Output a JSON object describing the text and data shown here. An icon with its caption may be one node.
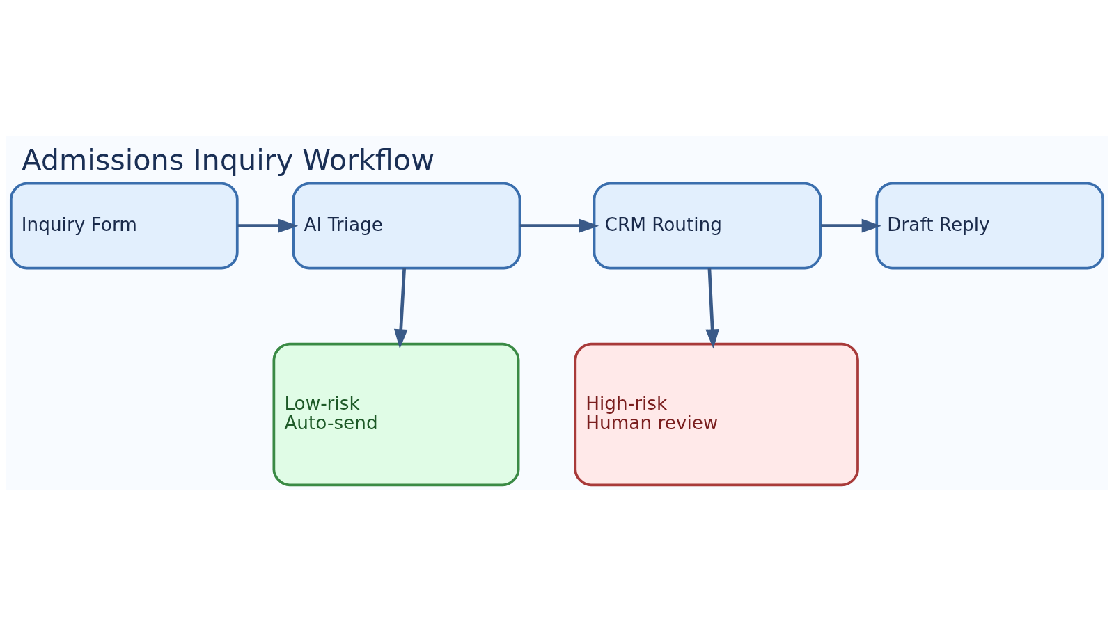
{
  "diagram": {
    "title": "Admissions Inquiry Workflow",
    "nodes": [
      {
        "text": [
          "Inquiry Form"
        ]
      },
      {
        "text": [
          "AI Triage"
        ]
      },
      {
        "text": [
          "CRM Routing"
        ]
      },
      {
        "text": [
          "Draft Reply"
        ]
      },
      {
        "text": [
          "Low-risk",
          "Auto-send"
        ]
      },
      {
        "text": [
          "High-risk",
          "Human review"
        ]
      }
    ],
    "edges": [
      {
        "from": 0,
        "to": 1,
        "arrow": "to"
      },
      {
        "from": 1,
        "to": 2,
        "arrow": "to"
      },
      {
        "from": 2,
        "to": 3,
        "arrow": "to"
      },
      {
        "from": 1,
        "to": 4,
        "arrow": "to"
      },
      {
        "from": 2,
        "to": 5,
        "arrow": "to"
      }
    ]
  }
}
